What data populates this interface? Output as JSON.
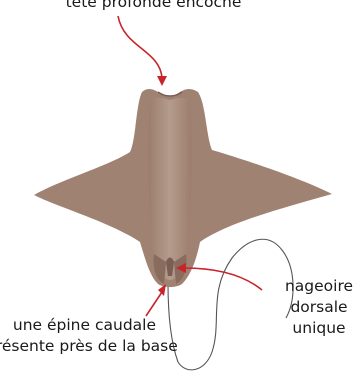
{
  "colors": {
    "body": "#a08272",
    "body_dark": "#8a6c5e",
    "back_light": "#b39a8c",
    "annotation": "#c8242b",
    "tail": "#555555"
  },
  "labels": {
    "notch": {
      "lines": [
        "tête profonde encoche"
      ]
    },
    "dorsal_fin": {
      "lines": [
        "nageoire",
        "dorsale",
        "unique"
      ]
    },
    "tail_spine": {
      "lines": [
        "une épine caudale",
        "présente près de la base"
      ]
    }
  }
}
